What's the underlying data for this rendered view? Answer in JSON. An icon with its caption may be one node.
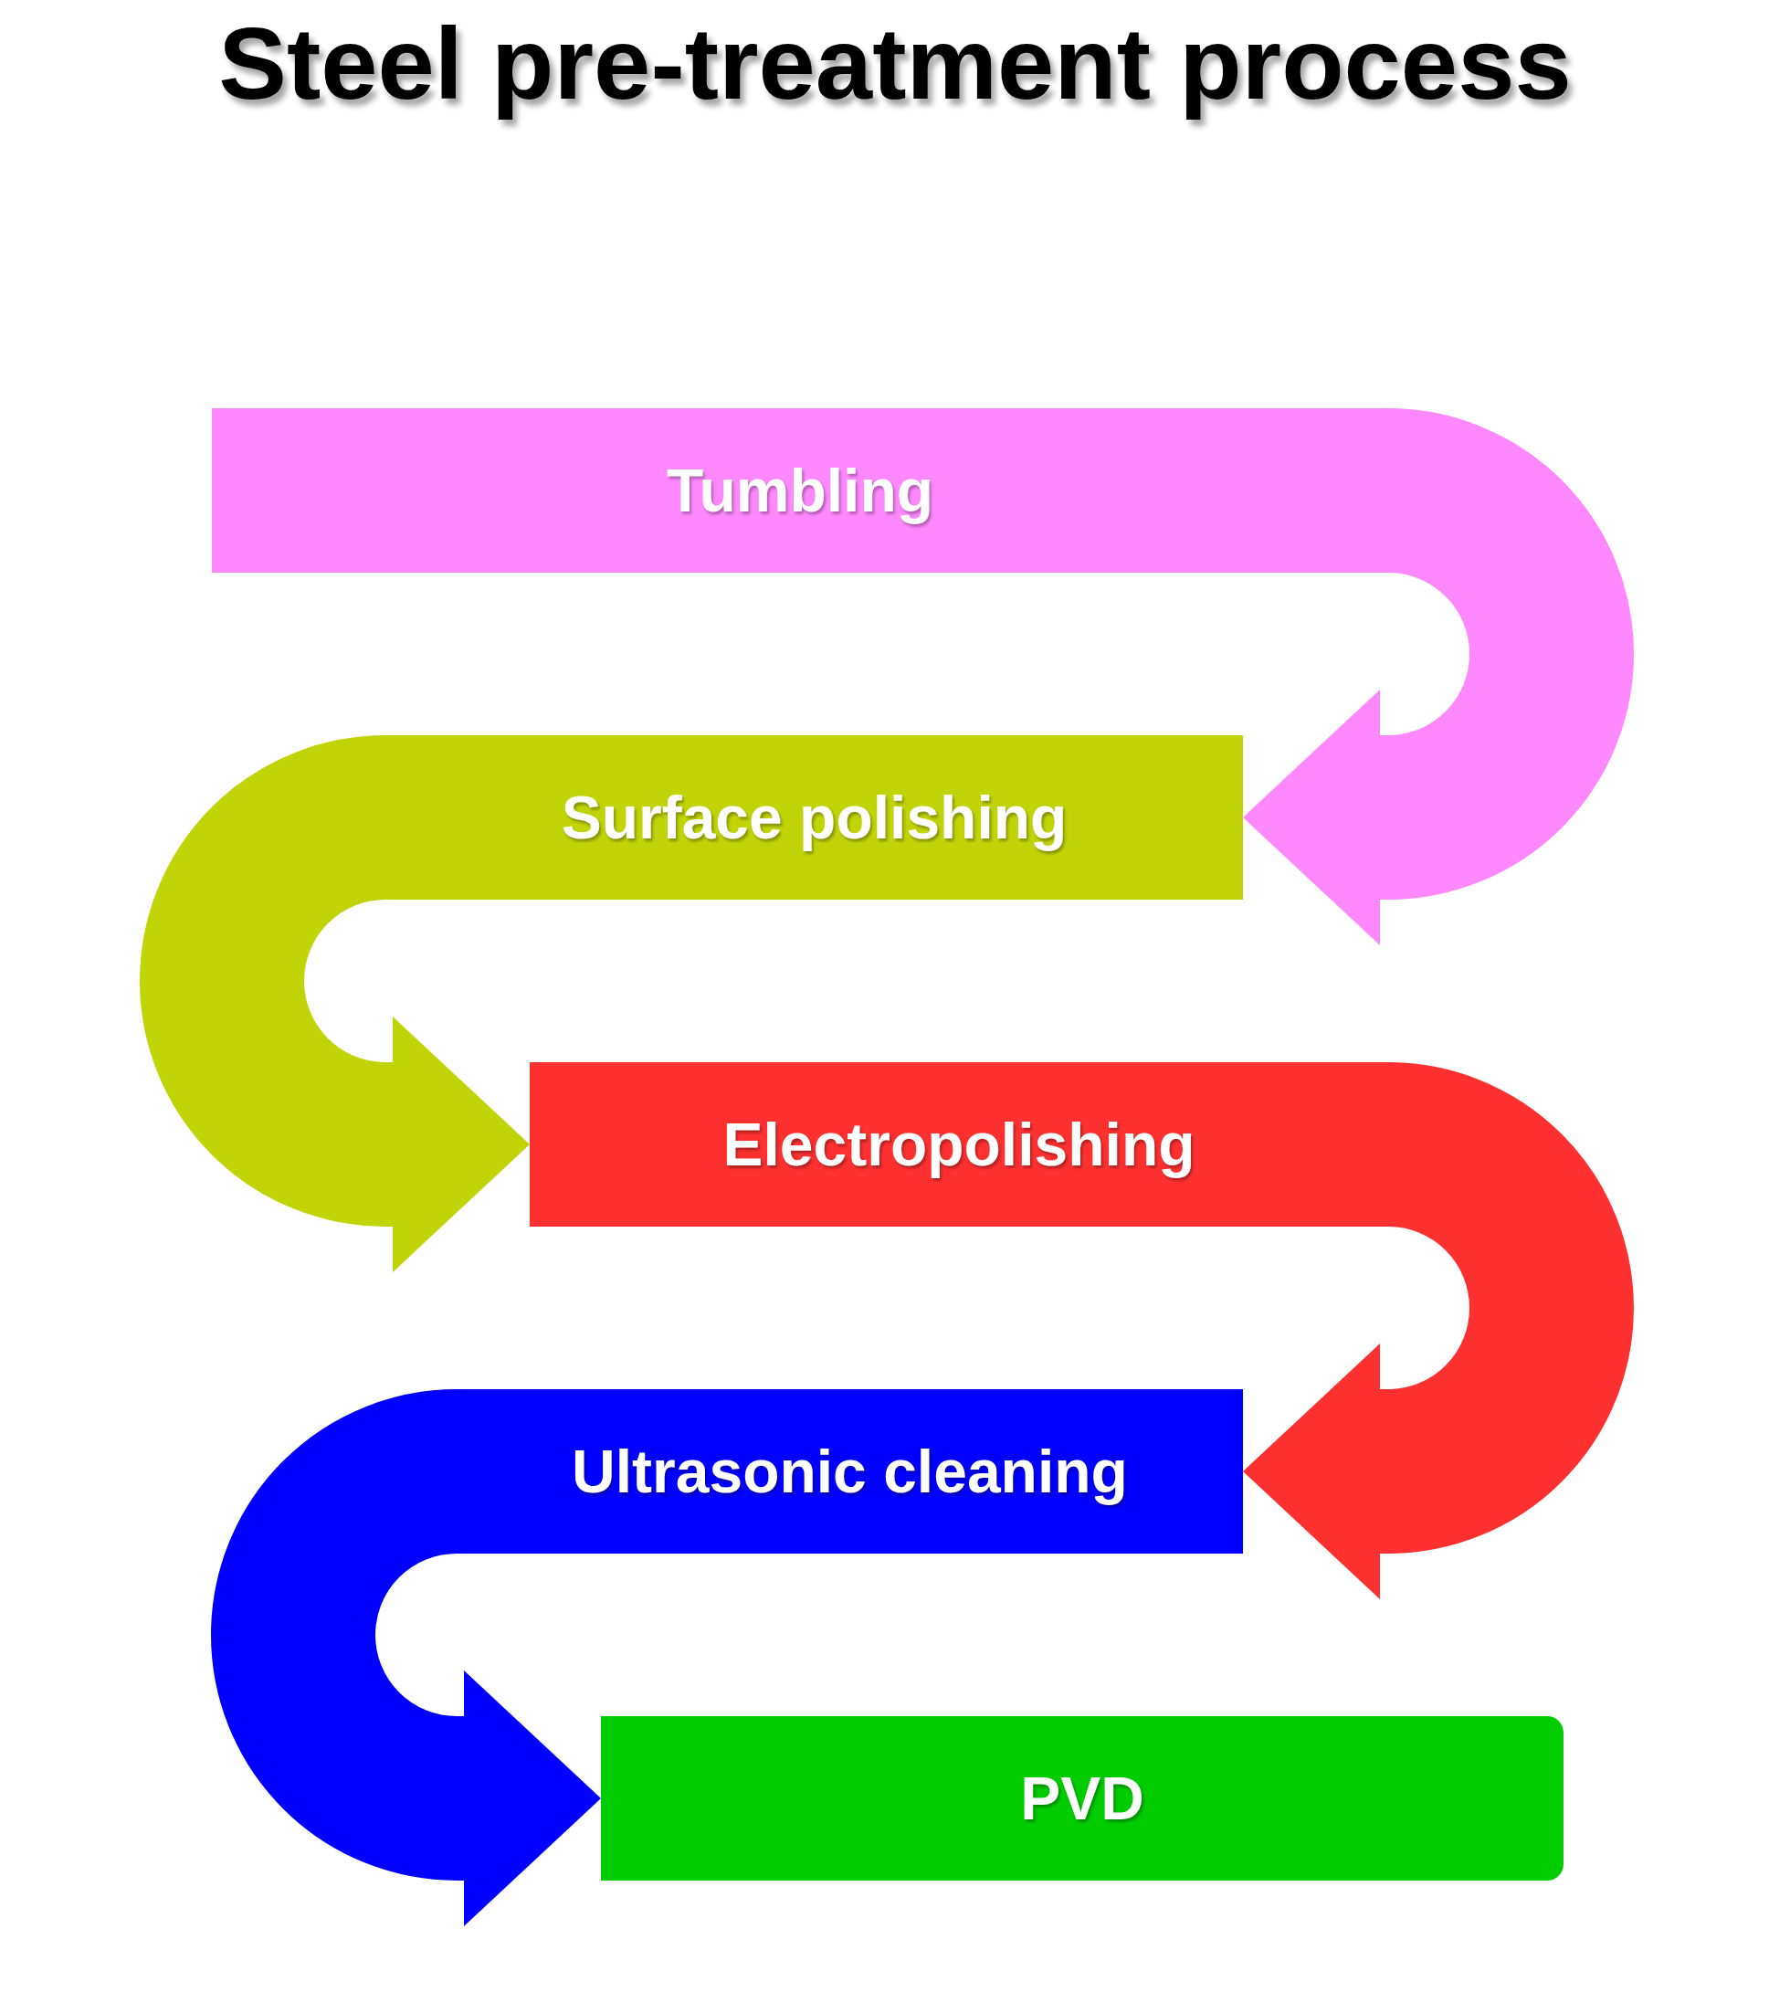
{
  "diagram": {
    "title": "Steel pre-treatment process",
    "nodes": [
      {
        "text": [
          "Tumbling"
        ]
      },
      {
        "text": [
          "Surface polishing"
        ]
      },
      {
        "text": [
          "Electropolishing"
        ]
      },
      {
        "text": [
          "Ultrasonic cleaning"
        ]
      },
      {
        "text": [
          "PVD"
        ]
      }
    ],
    "edges": [
      {
        "from": 0,
        "to": 1,
        "arrow": "to",
        "color": "#ff88ff"
      },
      {
        "from": 1,
        "to": 2,
        "arrow": "to",
        "color": "#c0d408"
      },
      {
        "from": 2,
        "to": 3,
        "arrow": "to",
        "color": "#ff3030"
      },
      {
        "from": 3,
        "to": 4,
        "arrow": "to",
        "color": "#0000ff"
      }
    ]
  }
}
